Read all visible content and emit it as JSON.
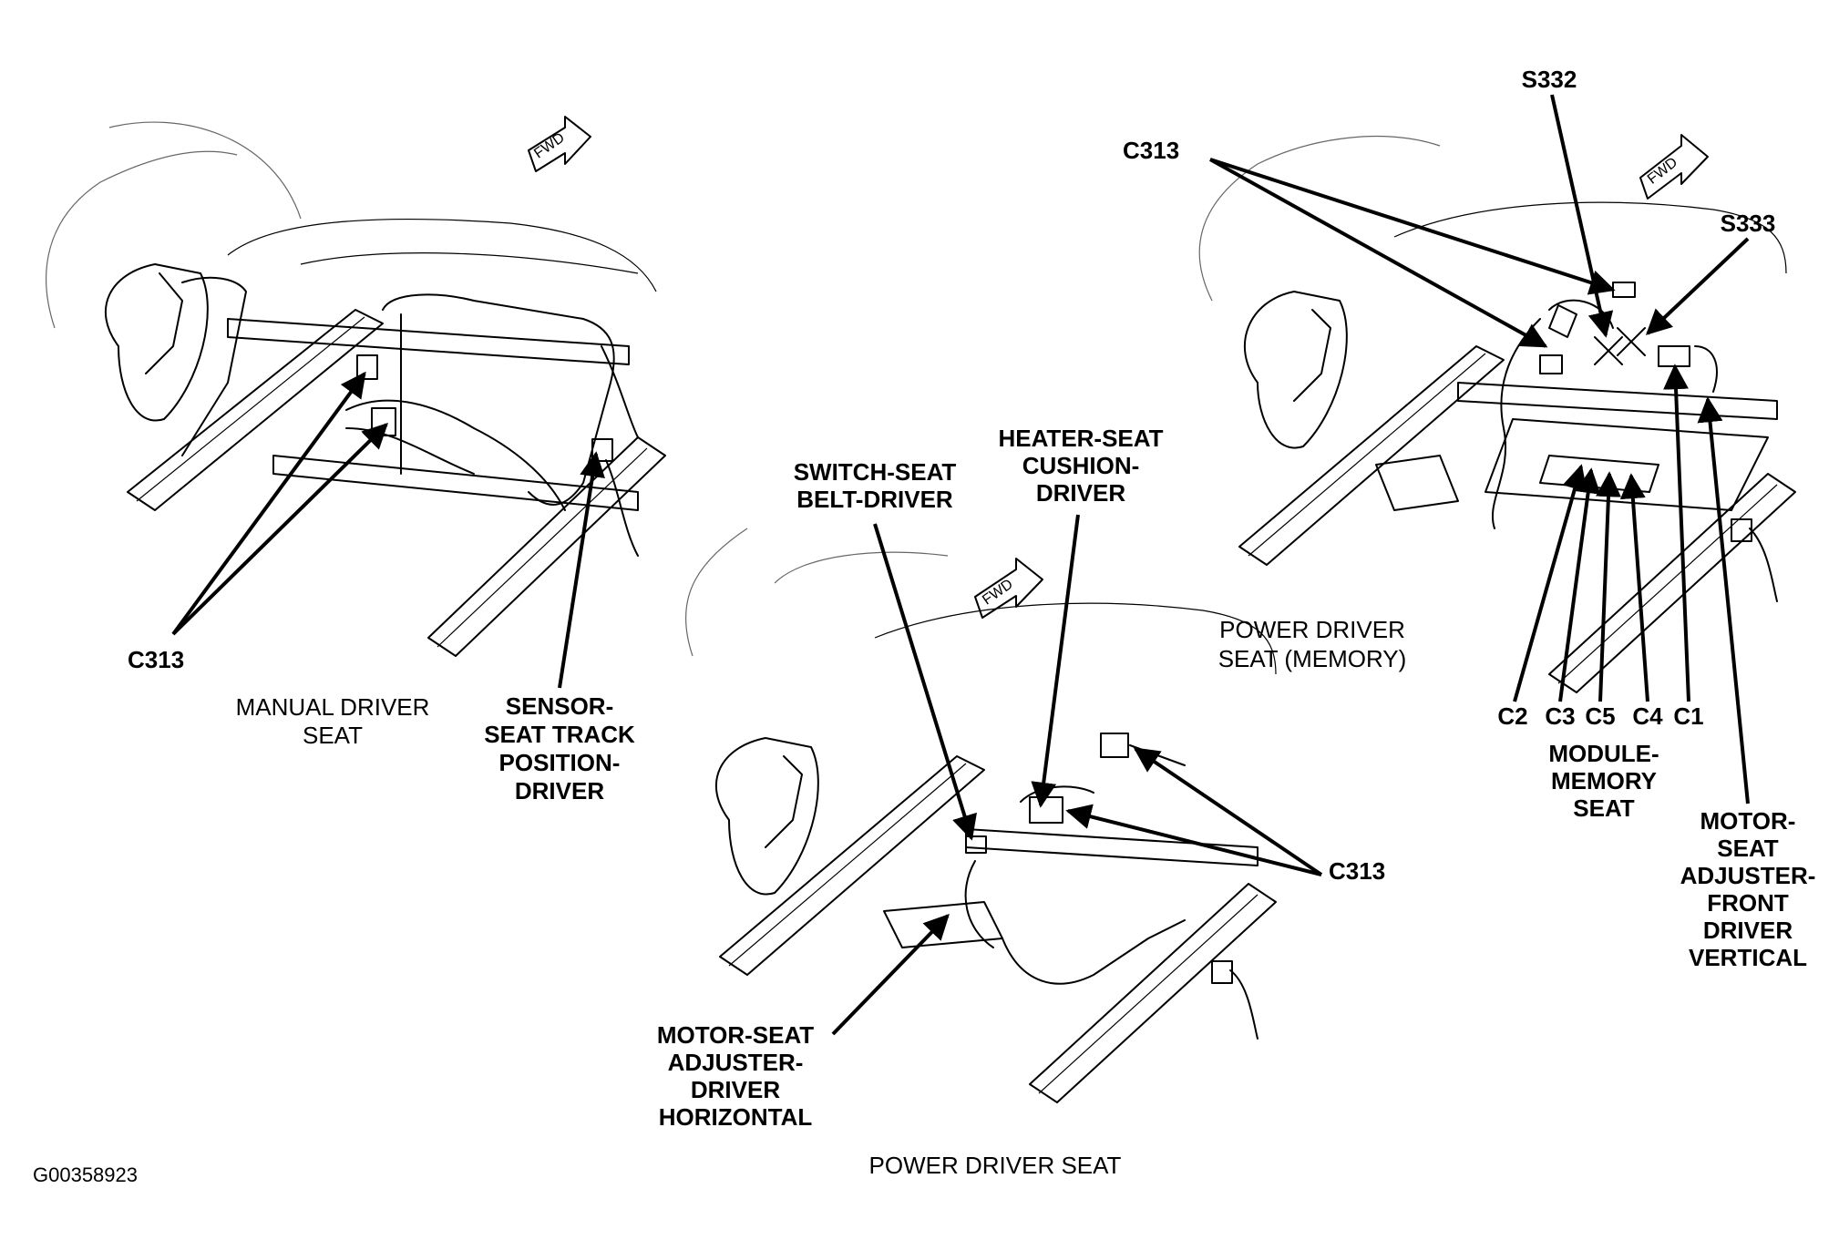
{
  "figure_id": "G00358923",
  "panels": {
    "manual": {
      "caption": [
        "MANUAL DRIVER",
        "SEAT"
      ],
      "fwd": "FWD",
      "callouts": {
        "c313": "C313",
        "sensor": [
          "SENSOR-",
          "SEAT TRACK",
          "POSITION-",
          "DRIVER"
        ]
      }
    },
    "power": {
      "caption": [
        "POWER DRIVER SEAT"
      ],
      "fwd": "FWD",
      "callouts": {
        "switch": [
          "SWITCH-SEAT",
          "BELT-DRIVER"
        ],
        "heater": [
          "HEATER-SEAT",
          "CUSHION-",
          "DRIVER"
        ],
        "c313": "C313",
        "motor_h": [
          "MOTOR-SEAT",
          "ADJUSTER-",
          "DRIVER",
          "HORIZONTAL"
        ]
      }
    },
    "memory": {
      "caption": [
        "POWER DRIVER",
        "SEAT (MEMORY)"
      ],
      "fwd": "FWD",
      "callouts": {
        "c313": "C313",
        "s332": "S332",
        "s333": "S333",
        "connectors": [
          "C2",
          "C3",
          "C5",
          "C4",
          "C1"
        ],
        "module": [
          "MODULE-",
          "MEMORY",
          "SEAT"
        ],
        "motor_v": [
          "MOTOR-",
          "SEAT",
          "ADJUSTER-",
          "FRONT",
          "DRIVER",
          "VERTICAL"
        ]
      }
    }
  }
}
